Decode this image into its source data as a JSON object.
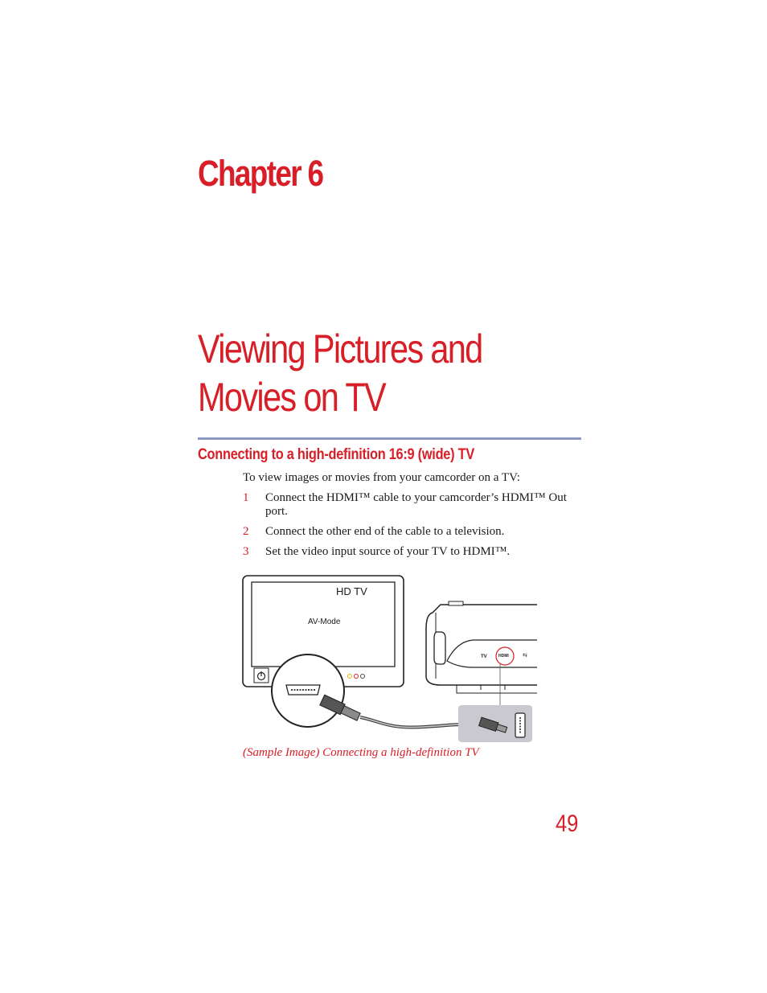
{
  "chapter": "Chapter 6",
  "title_line1": "Viewing Pictures and",
  "title_line2": "Movies on TV",
  "section_heading": "Connecting to a high-definition 16:9 (wide) TV",
  "intro": "To view images or movies from your camcorder on a TV:",
  "steps": [
    {
      "num": "1",
      "text": "Connect the HDMI™ cable to your camcorder’s HDMI™ Out port."
    },
    {
      "num": "2",
      "text": "Connect the other end of the cable to a television."
    },
    {
      "num": "3",
      "text": "Set the video input source of your TV to HDMI™."
    }
  ],
  "figure": {
    "tv_label": "HD TV",
    "tv_mode": "AV-Mode",
    "camera_port_tv": "TV",
    "camera_port_hdmi": "HDMI"
  },
  "caption": "(Sample Image) Connecting a high-definition TV",
  "page_number": "49",
  "colors": {
    "accent": "#d81e27",
    "rule": "#8a9bbf"
  }
}
